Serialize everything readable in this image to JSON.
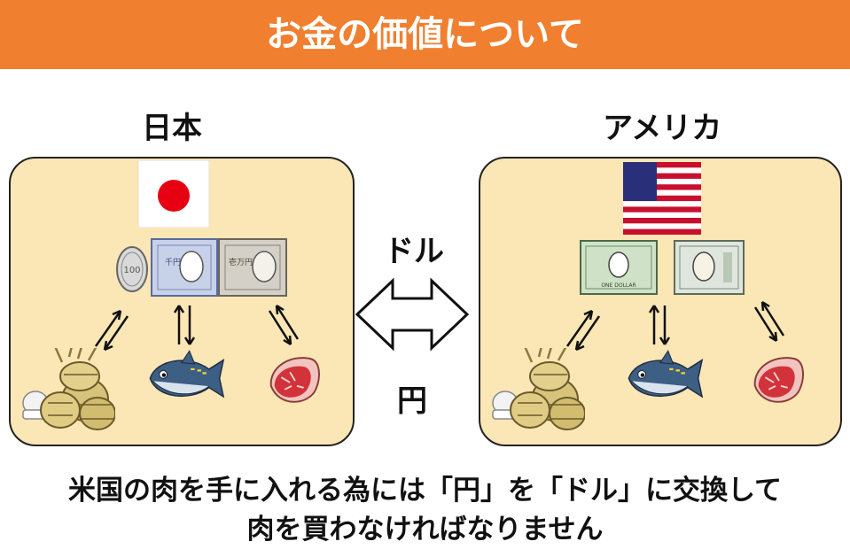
{
  "header": {
    "title": "お金の価値について"
  },
  "japan": {
    "label": "日本",
    "coin_text": "100",
    "note1000_text": "千円",
    "note10000_text": "壱万円"
  },
  "usa": {
    "label": "アメリカ",
    "note1_text": "ONE DOLLAR"
  },
  "exchange": {
    "top_label": "ドル",
    "bottom_label": "円"
  },
  "caption": {
    "line1": "米国の肉を手に入れる為には「円」を「ドル」に交換して",
    "line2": "肉を買わなければなりません"
  },
  "colors": {
    "banner": "#f07f2f",
    "panel": "#fbe6b5",
    "japan_red": "#e60012",
    "usd_green": "#cfe2c8"
  },
  "icons": [
    "japan-flag-icon",
    "us-flag-icon",
    "coin-icon",
    "banknote-icon",
    "rice-icon",
    "tuna-icon",
    "meat-icon",
    "double-arrow-icon"
  ]
}
